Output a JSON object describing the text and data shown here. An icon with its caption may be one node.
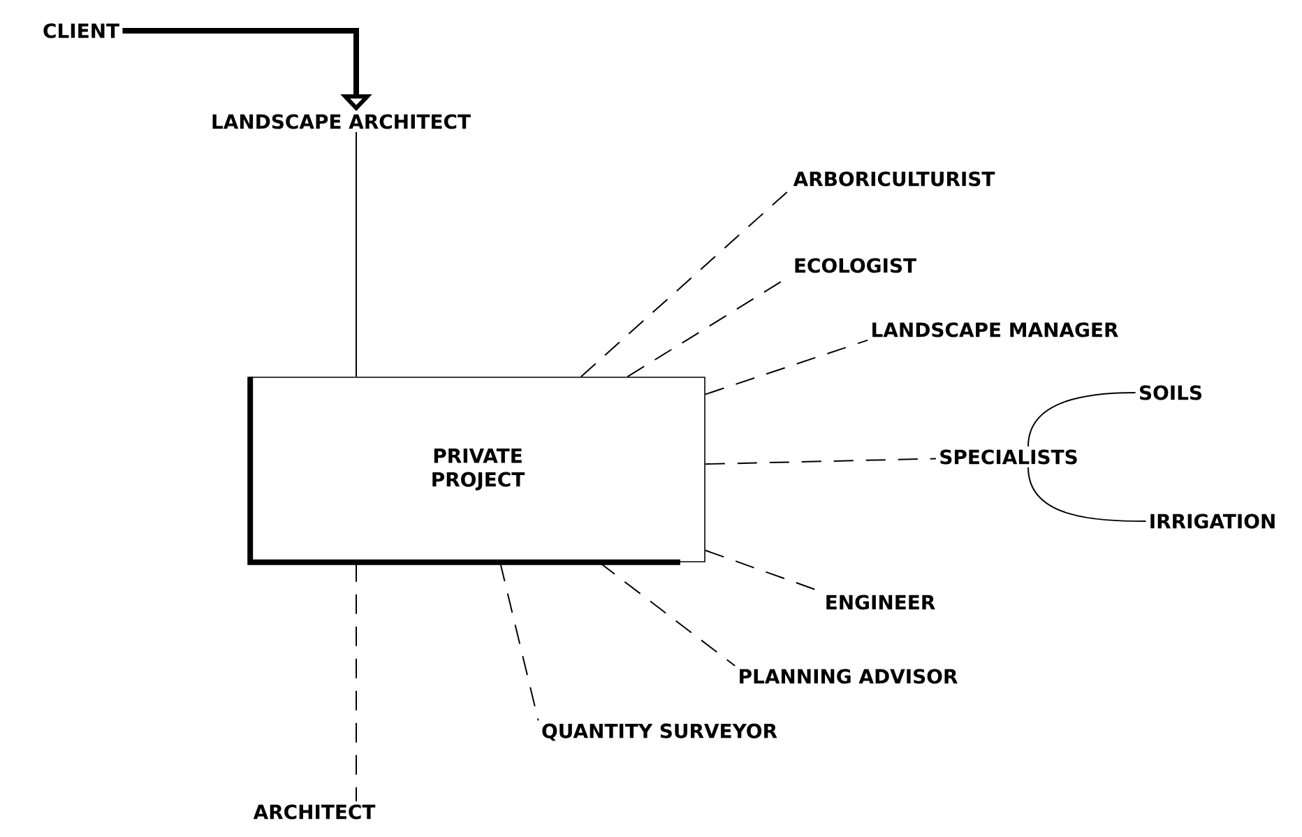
{
  "diagram": {
    "nodes": [
      {
        "text": [
          "CLIENT"
        ]
      },
      {
        "text": [
          "LANDSCAPE ARCHITECT"
        ]
      },
      {
        "text": [
          "PRIVATE PROJECT"
        ]
      },
      {
        "text": [
          "ARBORICULTURIST"
        ]
      },
      {
        "text": [
          "ECOLOGIST"
        ]
      },
      {
        "text": [
          "LANDSCAPE MANAGER"
        ]
      },
      {
        "text": [
          "SPECIALISTS"
        ]
      },
      {
        "text": [
          "SOILS"
        ]
      },
      {
        "text": [
          "IRRIGATION"
        ]
      },
      {
        "text": [
          "ENGINEER"
        ]
      },
      {
        "text": [
          "PLANNING ADVISOR"
        ]
      },
      {
        "text": [
          "QUANTITY SURVEYOR"
        ]
      },
      {
        "text": [
          "ARCHITECT"
        ]
      }
    ],
    "edges": [
      {
        "from": 0,
        "to": 1,
        "arrow": "to",
        "style": "thick"
      },
      {
        "from": 1,
        "to": 2,
        "arrow": "none"
      },
      {
        "from": 2,
        "to": 3,
        "arrow": "none",
        "style": "dashed"
      },
      {
        "from": 2,
        "to": 4,
        "arrow": "none",
        "style": "dashed"
      },
      {
        "from": 2,
        "to": 5,
        "arrow": "none",
        "style": "dashed"
      },
      {
        "from": 2,
        "to": 6,
        "arrow": "none",
        "style": "dashed"
      },
      {
        "from": 6,
        "to": 7,
        "arrow": "none"
      },
      {
        "from": 6,
        "to": 8,
        "arrow": "none"
      },
      {
        "from": 2,
        "to": 9,
        "arrow": "none",
        "style": "dashed"
      },
      {
        "from": 2,
        "to": 10,
        "arrow": "none",
        "style": "dashed"
      },
      {
        "from": 2,
        "to": 11,
        "arrow": "none",
        "style": "dashed"
      },
      {
        "from": 2,
        "to": 12,
        "arrow": "none",
        "style": "dashed"
      }
    ]
  }
}
